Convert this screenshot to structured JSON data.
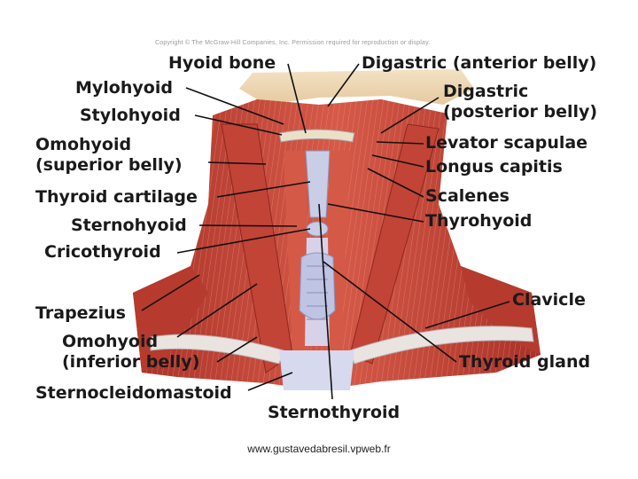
{
  "copyright": "Copyright © The McGraw-Hill Companies, Inc. Permission required for reproduction or display.",
  "labels_left": {
    "hyoid_bone": "Hyoid bone",
    "mylohyoid": "Mylohyoid",
    "stylohyoid": "Stylohyoid",
    "omohyoid_superior_1": "Omohyoid",
    "omohyoid_superior_2": "(superior belly)",
    "thyroid_cartilage": "Thyroid cartilage",
    "sternohyoid": "Sternohyoid",
    "cricothyroid": "Cricothyroid",
    "trapezius": "Trapezius",
    "omohyoid_inferior_1": "Omohyoid",
    "omohyoid_inferior_2": "(inferior belly)",
    "sternocleidomastoid": "Sternocleidomastoid",
    "sternothyroid": "Sternothyroid"
  },
  "labels_right": {
    "digastric_anterior": "Digastric (anterior belly)",
    "digastric_posterior_1": "Digastric",
    "digastric_posterior_2": "(posterior belly)",
    "levator_scapulae": "Levator scapulae",
    "longus_capitis": "Longus capitis",
    "scalenes": "Scalenes",
    "thyrohyoid": "Thyrohyoid",
    "clavicle": "Clavicle",
    "thyroid_gland": "Thyroid gland"
  },
  "credit": "www.gustavedabresil.vpweb.fr",
  "colors": {
    "muscle": "#c8463a",
    "muscle_dark": "#8e2620",
    "muscle_light": "#e07a66",
    "fiber": "#f2a08a",
    "cartilage": "#c9cde6",
    "bone": "#f0d9b8",
    "label_text": "#1a1a1a",
    "leader_line": "#111111"
  }
}
